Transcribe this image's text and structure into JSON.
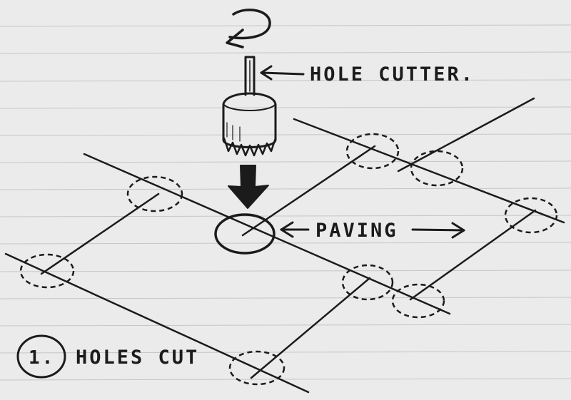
{
  "labels": {
    "hole_cutter": "HOLE CUTTER.",
    "paving": "PAVING",
    "step_number": "1.",
    "step_caption": "HOLES CUT"
  },
  "colors": {
    "paper": "#ebebeb",
    "ruled_line": "#c6c6c6",
    "ink": "#1b1b1b"
  },
  "icons": {
    "rotation": "rotation-arrow-icon",
    "down_arrow": "down-arrow-icon"
  }
}
